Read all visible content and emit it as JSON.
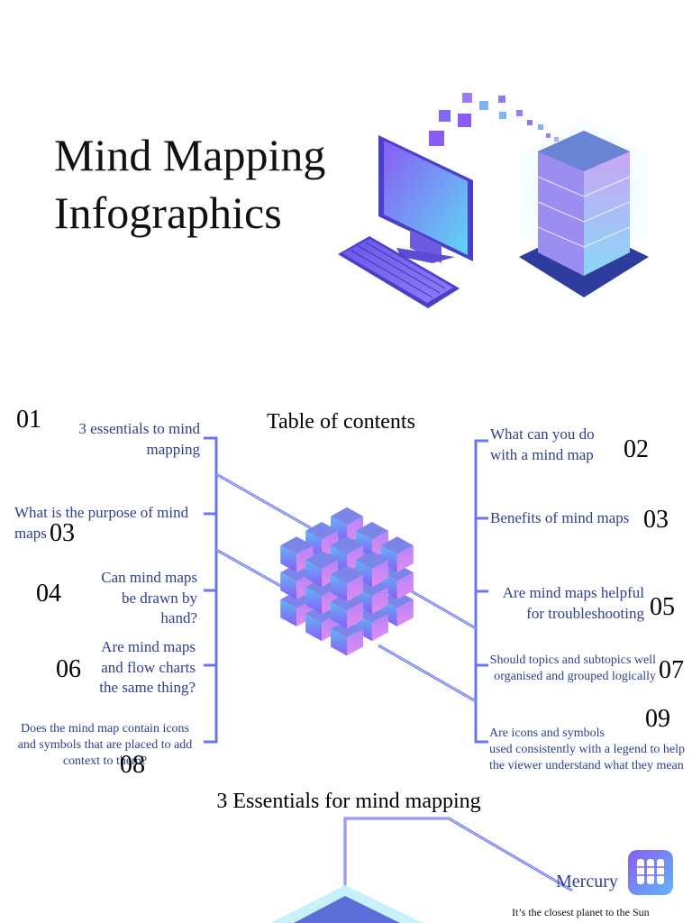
{
  "header": {
    "title_line1": "Mind Mapping",
    "title_line2": "Infographics"
  },
  "toc": {
    "title": "Table of contents",
    "left_items": [
      {
        "number": "01",
        "text_lines": [
          "3 essentials to mind",
          "mapping"
        ]
      },
      {
        "number": "03",
        "text_lines": [
          "What is the purpose of mind",
          "maps"
        ]
      },
      {
        "number": "04",
        "text_lines": [
          "Can mind maps",
          "be drawn by",
          "hand?"
        ]
      },
      {
        "number": "06",
        "text_lines": [
          "Are mind maps",
          "and flow charts",
          "the same thing?"
        ]
      },
      {
        "number": "08",
        "text_lines": [
          "Does the mind map contain icons",
          "and symbols that are placed to add",
          "context to them?"
        ]
      }
    ],
    "right_items": [
      {
        "number": "02",
        "text_lines": [
          "What can you do",
          "with a mind map"
        ]
      },
      {
        "number": "03",
        "text_lines": [
          "Benefits of mind maps"
        ]
      },
      {
        "number": "05",
        "text_lines": [
          "Are mind maps helpful",
          "for troubleshooting"
        ]
      },
      {
        "number": "07",
        "text_lines": [
          "Should topics and subtopics well",
          "organised and grouped logically"
        ]
      },
      {
        "number": "09",
        "text_lines": [
          "Are icons and symbols",
          "used consistently with a legend to help",
          "the viewer understand what they mean"
        ]
      }
    ]
  },
  "essentials": {
    "title": "3 Essentials for mind mapping",
    "planet_name": "Mercury",
    "planet_desc": "It’s the closest planet to the Sun"
  },
  "colors": {
    "accent_text": "#2e3f8f",
    "line": "#5b6df0",
    "purple": "#8a5cf5",
    "cyan": "#5fd6f5"
  },
  "icons": [
    "computer-icon",
    "server-icon",
    "cube-cluster-icon",
    "database-app-icon"
  ]
}
